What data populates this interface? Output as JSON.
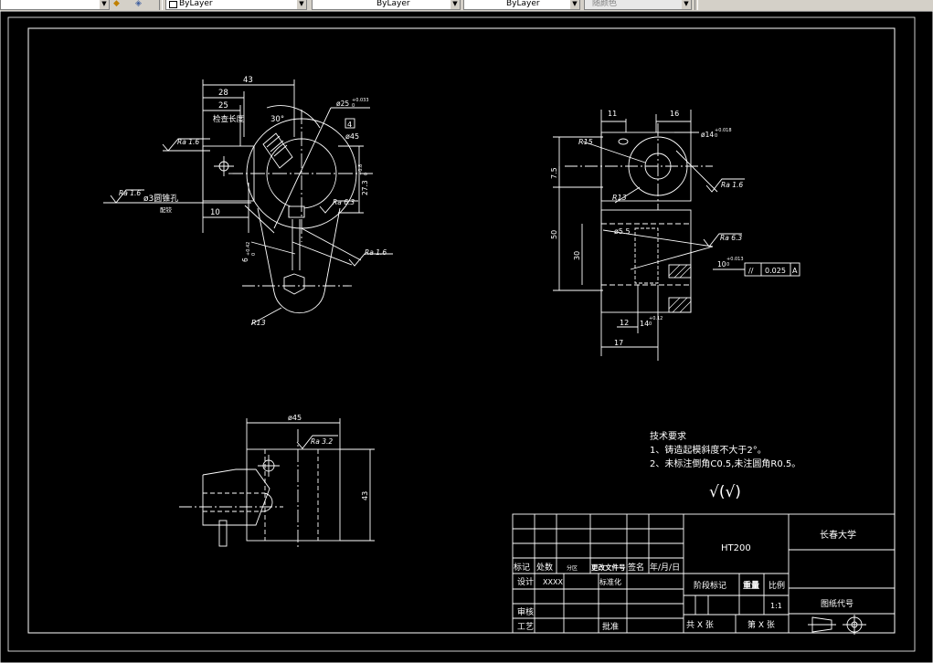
{
  "toolbar": {
    "layer_combo_1": "",
    "linetype_combo": "ByLayer",
    "lineweight_combo": "ByLayer",
    "plotstyle_combo": "ByLayer",
    "color_combo": "随颜色",
    "layer_icons": "layer-manager-icon"
  },
  "drawing": {
    "view_top": {
      "dim_43": "43",
      "dim_28": "28",
      "dim_25": "25",
      "check_length": "检查长度",
      "angle_30": "30°",
      "dia_25": "ø25",
      "dia_25_tol": "+0.033",
      "dia_25_tol_lo": "0",
      "box_4": "4",
      "dia_45": "ø45",
      "ra_16_a": "Ra 1.6",
      "ra_16_b": "Ra 1.6",
      "ra_16_c": "Ra 1.6",
      "ra_63": "Ra 6.3",
      "taper_hole": "ø3圆锥孔",
      "taper_note": "配铰",
      "dim_10": "10",
      "dim_273": "27.3",
      "dim_273_tol": "+0.8",
      "dim_273_tol_lo": "0",
      "dim_6": "6",
      "dim_6_tol": "+0.42",
      "dim_6_tol_lo": "0",
      "r13": "R13"
    },
    "view_right": {
      "dim_11": "11",
      "dim_16": "16",
      "dia_14": "ø14",
      "dia_14_tol": "+0.018",
      "dia_14_tol_lo": "0",
      "r15": "R15",
      "r13": "R13",
      "dim_75": "7.5",
      "ra_16": "Ra 1.6",
      "dia_55": "ø5.5",
      "ra_63": "Ra 6.3",
      "dim_50": "50",
      "dim_30": "30",
      "dim_10": "10",
      "dim_10_tol": "+0.013",
      "dim_10_tol_lo": "0",
      "fcf_sym": "//",
      "fcf_val": "0.025",
      "fcf_ref": "A",
      "dim_12": "12",
      "dim_14": "14",
      "dim_14_tol": "+0.12",
      "dim_14_tol_lo": "0",
      "dim_17": "17"
    },
    "view_bottom": {
      "dia_45": "ø45",
      "ra_32": "Ra 3.2",
      "dim_43": "43"
    },
    "tech_req": {
      "title": "技术要求",
      "item1": "1、铸造起模斜度不大于2°。",
      "item2": "2、未标注倒角C0.5,未注圆角R0.5。",
      "roughness": "√(√)"
    },
    "title_block": {
      "material": "HT200",
      "school": "长春大学",
      "h_mark": "标记",
      "h_count": "处数",
      "h_zone": "分区",
      "h_doc": "更改文件号",
      "h_sign": "签名",
      "h_date": "年/月/日",
      "design": "设计",
      "designer": "XXXX",
      "standard": "标准化",
      "stage": "阶段标记",
      "weight": "重量",
      "scale": "比例",
      "scale_val": "1:1",
      "drawing_no": "图纸代号",
      "review": "审核",
      "process": "工艺",
      "approve": "批准",
      "total": "共 X 张",
      "sheet": "第 X 张"
    }
  }
}
